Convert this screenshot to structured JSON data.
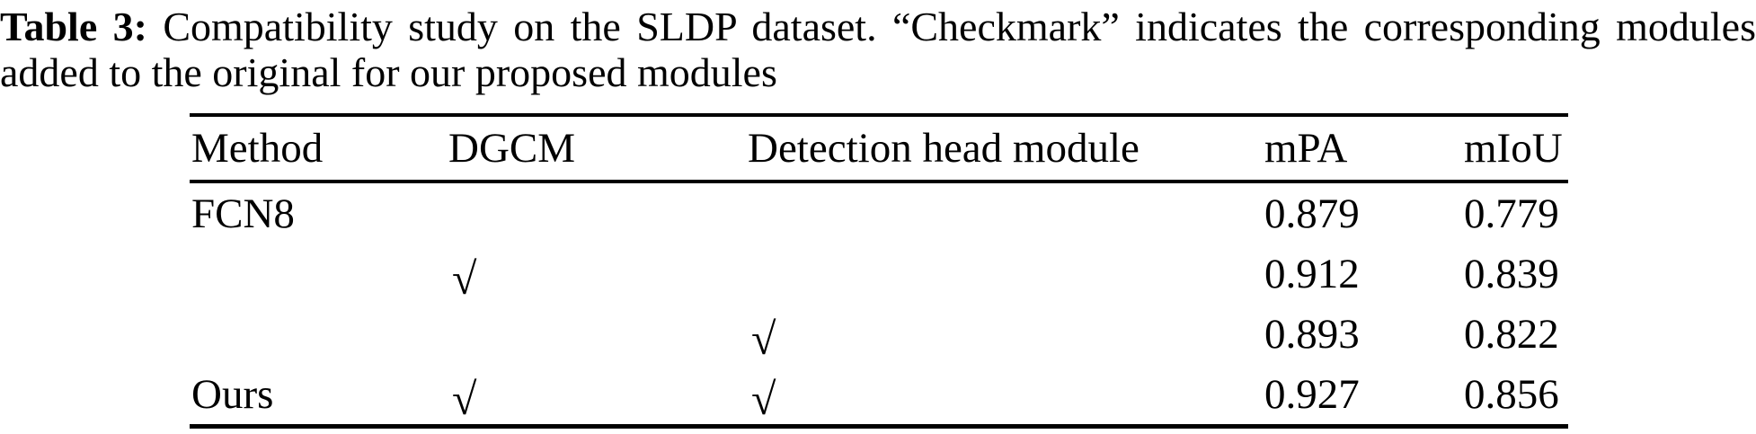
{
  "caption": {
    "label": "Table 3:",
    "line1_rest": "Compatibility study on the SLDP dataset. “Checkmark” indicates the corresponding modules",
    "line2": "added to the original for our proposed modules"
  },
  "table": {
    "headers": [
      "Method",
      "DGCM",
      "Detection head module",
      "mPA",
      "mIoU"
    ],
    "checkmark_glyph": "√",
    "rows": [
      {
        "method": "FCN8",
        "dgcm": "",
        "detection_head_module": "",
        "mpa": "0.879",
        "miou": "0.779"
      },
      {
        "method": "",
        "dgcm": "√",
        "detection_head_module": "",
        "mpa": "0.912",
        "miou": "0.839"
      },
      {
        "method": "",
        "dgcm": "",
        "detection_head_module": "√",
        "mpa": "0.893",
        "miou": "0.822"
      },
      {
        "method": "Ours",
        "dgcm": "√",
        "detection_head_module": "√",
        "mpa": "0.927",
        "miou": "0.856"
      }
    ]
  }
}
